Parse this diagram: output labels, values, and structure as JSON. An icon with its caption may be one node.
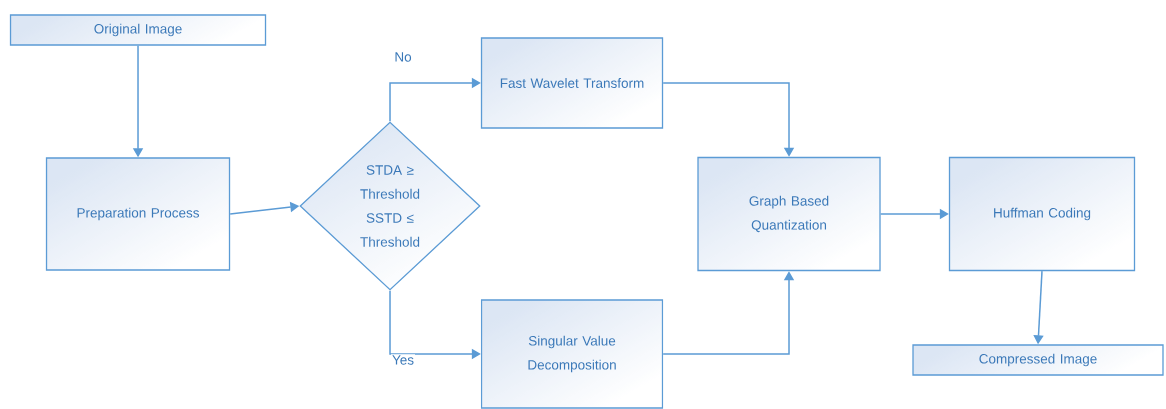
{
  "diagram": {
    "nodes": [
      {
        "text": [
          "Original Image"
        ]
      },
      {
        "text": [
          "Preparation Process"
        ]
      },
      {
        "text": [
          "STDA ≥ Threshold SSTD ≤ Threshold"
        ]
      },
      {
        "text": [
          "Fast Wavelet Transform"
        ]
      },
      {
        "text": [
          "Singular Value Decomposition"
        ]
      },
      {
        "text": [
          "Graph Based Quantization"
        ]
      },
      {
        "text": [
          "Huffman Coding"
        ]
      },
      {
        "text": [
          "Compressed Image"
        ]
      }
    ],
    "edges": [
      {
        "from": 0,
        "to": 1,
        "arrow": "to"
      },
      {
        "from": 1,
        "to": 2,
        "arrow": "to"
      },
      {
        "from": 2,
        "to": 3,
        "arrow": "to",
        "label": "No"
      },
      {
        "from": 2,
        "to": 4,
        "arrow": "to",
        "label": "Yes"
      },
      {
        "from": 3,
        "to": 5,
        "arrow": "to"
      },
      {
        "from": 4,
        "to": 5,
        "arrow": "to"
      },
      {
        "from": 5,
        "to": 6,
        "arrow": "to"
      },
      {
        "from": 6,
        "to": 7,
        "arrow": "to"
      }
    ]
  }
}
